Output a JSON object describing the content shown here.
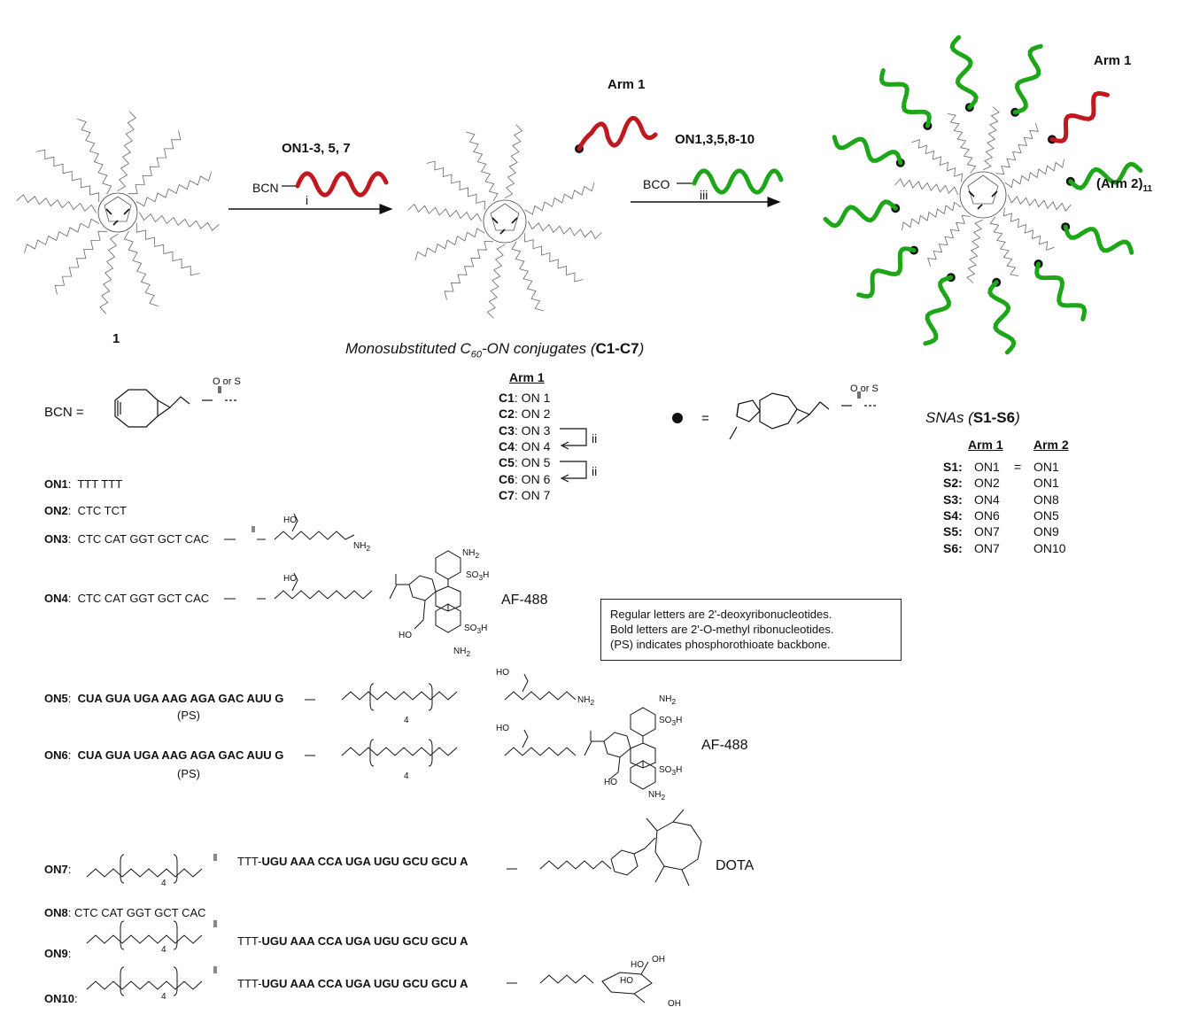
{
  "compound_label": "1",
  "step_i": {
    "reagent": "ON1-3, 5, 7",
    "linker": "BCN",
    "roman": "i"
  },
  "step_iii": {
    "reagent": "ON1,3,5,8-10",
    "linker": "BCO",
    "roman": "iii"
  },
  "arm1_label_mid": "Arm 1",
  "arm1_label_right": "Arm 1",
  "arm2_label": "(Arm 2)",
  "arm2_sub": "11",
  "mono_caption": {
    "pre": "Monosubstituted C",
    "sub": "60",
    "mid": "-ON conjugates (",
    "bold": "C1-C7",
    "post": ")"
  },
  "conjugates_header": "Arm 1",
  "conjugates": [
    {
      "id": "C1",
      "on": ": ON 1"
    },
    {
      "id": "C2",
      "on": ": ON 2"
    },
    {
      "id": "C3",
      "on": ": ON 3"
    },
    {
      "id": "C4",
      "on": ": ON 4"
    },
    {
      "id": "C5",
      "on": ": ON 5"
    },
    {
      "id": "C6",
      "on": ": ON 6"
    },
    {
      "id": "C7",
      "on": ": ON 7"
    }
  ],
  "conv_roman": [
    "ii",
    "ii"
  ],
  "bcn_def": "BCN =",
  "dot_def": "=",
  "phos_o_or_s": "O or S",
  "snas": {
    "title_pre": "SNAs (",
    "title_bold": "S1-S6",
    "title_post": ")",
    "col1": "Arm 1",
    "col2": "Arm 2",
    "rows": [
      {
        "id": "S1",
        "arm1": "ON1",
        "eq": "=",
        "arm2": "ON1"
      },
      {
        "id": "S2",
        "arm1": "ON2",
        "eq": "",
        "arm2": "ON1"
      },
      {
        "id": "S3",
        "arm1": "ON4",
        "eq": "",
        "arm2": "ON8"
      },
      {
        "id": "S4",
        "arm1": "ON6",
        "eq": "",
        "arm2": "ON5"
      },
      {
        "id": "S5",
        "arm1": "ON7",
        "eq": "",
        "arm2": "ON9"
      },
      {
        "id": "S6",
        "arm1": "ON7",
        "eq": "",
        "arm2": "ON10"
      }
    ]
  },
  "legend": [
    "Regular letters are 2'-deoxyribonucleotides.",
    "Bold letters are 2'-O-methyl ribonucleotides.",
    "(PS) indicates phosphorothioate backbone."
  ],
  "oligos": {
    "on1": {
      "id": "ON1",
      "seq": "TTT TTT"
    },
    "on2": {
      "id": "ON2",
      "seq": "CTC TCT"
    },
    "on3": {
      "id": "ON3",
      "seq": "CTC CAT GGT GCT CAC"
    },
    "on4": {
      "id": "ON4",
      "seq": "CTC CAT GGT GCT CAC"
    },
    "on5": {
      "id": "ON5",
      "seq": "CUA GUA UGA AAG AGA GAC AUU G",
      "ps": "(PS)"
    },
    "on6": {
      "id": "ON6",
      "seq": "CUA GUA UGA AAG AGA GAC AUU G",
      "ps": "(PS)"
    },
    "on7": {
      "id": "ON7",
      "pre": "TTT-",
      "seq": "UGU AAA CCA UGA UGU GCU GCU A"
    },
    "on8": {
      "id": "ON8",
      "seq": "CTC CAT GGT GCT CAC"
    },
    "on9": {
      "id": "ON9",
      "pre": "TTT-",
      "seq": "UGU AAA CCA UGA UGU GCU GCU A"
    },
    "on10": {
      "id": "ON10",
      "pre": "TTT-",
      "seq": "UGU AAA CCA UGA UGU GCU GCU A"
    }
  },
  "chem_labels": {
    "af488": "AF-488",
    "dota": "DOTA",
    "nh2": "NH",
    "so3h": "SO",
    "ho": "HO",
    "oh": "OH",
    "peg_n": "4"
  },
  "colors": {
    "arm1": "#c0181e",
    "arm2": "#1ea619",
    "node": "#111111"
  }
}
